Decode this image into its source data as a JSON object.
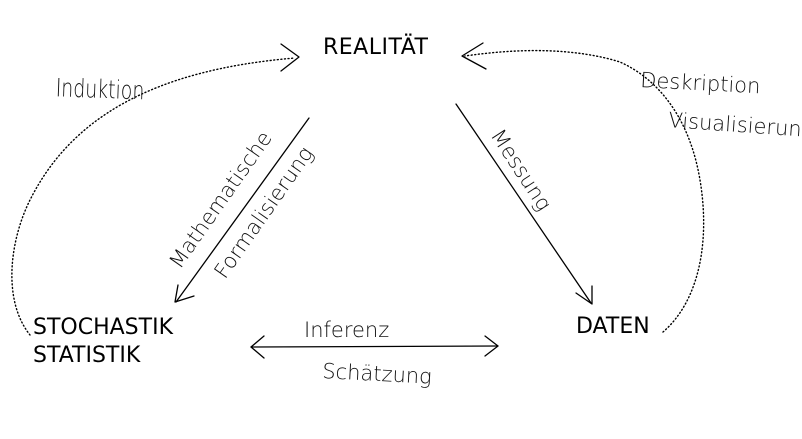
{
  "nodes": {
    "realitaet": "REALITÄT",
    "daten": "DATEN",
    "stochastik": "STOCHASTIK",
    "statistik": "STATISTIK"
  },
  "edges": {
    "induktion": "Induktion",
    "deskription": "Deskription",
    "visualisierung": "Visualisierung",
    "mathematische": "Mathematische",
    "formalisierung": "Formalisierung",
    "messung": "Messung",
    "inferenz": "Inferenz",
    "schaetzung": "Schätzung"
  },
  "colors": {
    "ink": "#000000",
    "background": "#ffffff"
  }
}
